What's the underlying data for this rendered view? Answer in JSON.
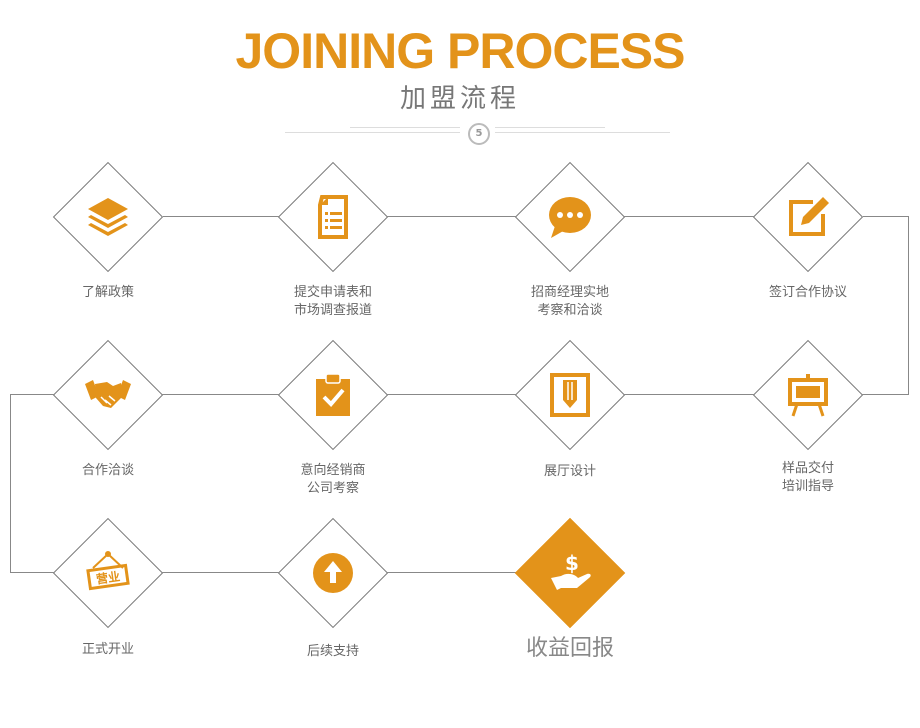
{
  "header": {
    "title": "JOINING PROCESS",
    "subtitle": "加盟流程",
    "badge": "5"
  },
  "steps": [
    {
      "icon": "layers-icon",
      "lines": [
        "了解政策"
      ]
    },
    {
      "icon": "document-list-icon",
      "lines": [
        "提交申请表和",
        "市场调查报道"
      ]
    },
    {
      "icon": "chat-bubble-icon",
      "lines": [
        "招商经理实地",
        "考察和洽谈"
      ]
    },
    {
      "icon": "edit-icon",
      "lines": [
        "签订合作协议"
      ]
    },
    {
      "icon": "easel-board-icon",
      "lines": [
        "样品交付",
        "培训指导"
      ]
    },
    {
      "icon": "design-icon",
      "lines": [
        "展厅设计"
      ]
    },
    {
      "icon": "clipboard-check-icon",
      "lines": [
        "意向经销商",
        "公司考察"
      ]
    },
    {
      "icon": "handshake-icon",
      "lines": [
        "合作洽谈"
      ]
    },
    {
      "icon": "open-sign-icon",
      "lines": [
        "正式开业"
      ],
      "sign_text": "营业"
    },
    {
      "icon": "upload-arrow-icon",
      "lines": [
        "后续支持"
      ]
    },
    {
      "icon": "money-hand-icon",
      "lines": [
        "收益回报"
      ]
    }
  ],
  "colors": {
    "accent": "#e3931a",
    "line": "#888888"
  }
}
